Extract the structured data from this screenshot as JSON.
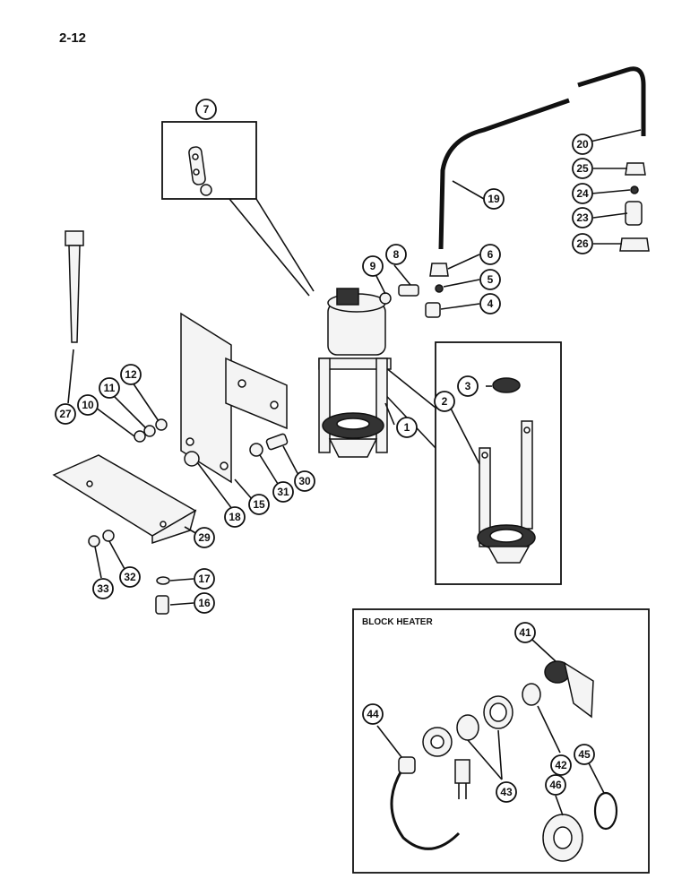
{
  "page": {
    "number": "2-12"
  },
  "block_heater": {
    "title": "BLOCK HEATER"
  },
  "callouts": {
    "c1": "1",
    "c2": "2",
    "c3": "3",
    "c4": "4",
    "c5": "5",
    "c6": "6",
    "c7": "7",
    "c8": "8",
    "c9": "9",
    "c10": "10",
    "c11": "11",
    "c12": "12",
    "c15": "15",
    "c16": "16",
    "c17": "17",
    "c18": "18",
    "c19": "19",
    "c20": "20",
    "c23": "23",
    "c24": "24",
    "c25": "25",
    "c26": "26",
    "c27": "27",
    "c29": "29",
    "c30": "30",
    "c31": "31",
    "c32": "32",
    "c33": "33",
    "c41": "41",
    "c42": "42",
    "c43": "43",
    "c44": "44",
    "c45": "45",
    "c46": "46"
  }
}
